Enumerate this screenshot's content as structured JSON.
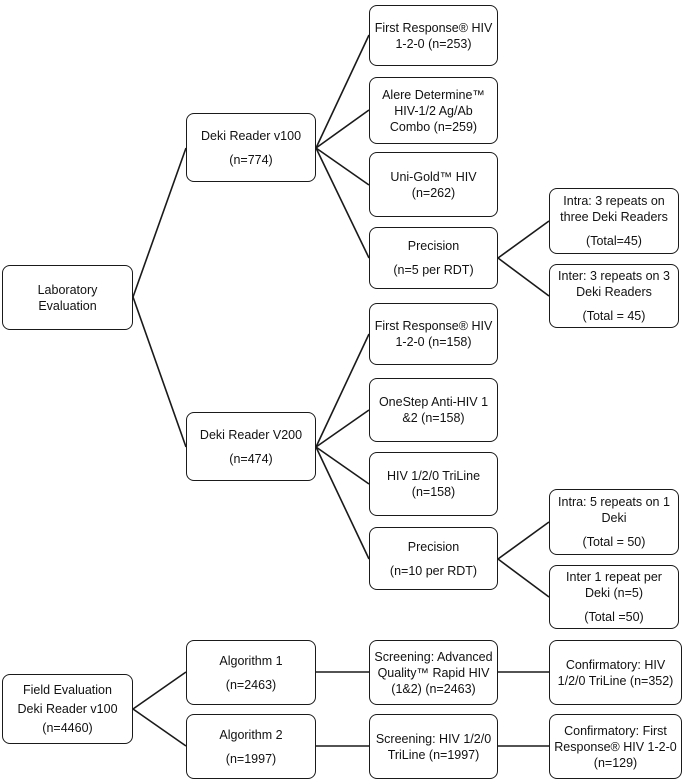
{
  "root_lab": {
    "line1": "Laboratory",
    "line2": "Evaluation"
  },
  "lab_v100": {
    "line1": "Deki Reader v100",
    "line2": "(n=774)"
  },
  "lab_v100_items": [
    {
      "line1": "First Response® HIV",
      "line2": "1-2-0 (n=253)"
    },
    {
      "line1": "Alere Determine™",
      "line2": "HIV-1/2 Ag/Ab",
      "line3": "Combo (n=259)"
    },
    {
      "line1": "Uni-Gold™ HIV",
      "line2": "(n=262)"
    },
    {
      "line1": "Precision",
      "line2": "(n=5 per RDT)"
    }
  ],
  "lab_v100_precision": [
    {
      "line1": "Intra: 3 repeats on",
      "line2": "three Deki Readers",
      "line3": "(Total=45)"
    },
    {
      "line1": "Inter: 3 repeats on 3",
      "line2": "Deki Readers",
      "line3": "(Total = 45)"
    }
  ],
  "lab_v200": {
    "line1": "Deki Reader V200",
    "line2": "(n=474)"
  },
  "lab_v200_items": [
    {
      "line1": "First Response® HIV",
      "line2": "1-2-0 (n=158)"
    },
    {
      "line1": "OneStep Anti-HIV 1",
      "line2": "&2 (n=158)"
    },
    {
      "line1": "HIV 1/2/0 TriLine",
      "line2": "(n=158)"
    },
    {
      "line1": "Precision",
      "line2": "(n=10 per RDT)"
    }
  ],
  "lab_v200_precision": [
    {
      "line1": "Intra: 5 repeats on 1",
      "line2": "Deki",
      "line3": "(Total = 50)"
    },
    {
      "line1": "Inter 1 repeat per",
      "line2": "Deki (n=5)",
      "line3": "(Total =50)"
    }
  ],
  "root_field": {
    "line1": "Field Evaluation",
    "line2": "Deki Reader v100",
    "line3": "(n=4460)"
  },
  "algo1": {
    "line1": "Algorithm 1",
    "line2": "(n=2463)"
  },
  "algo1_screen": {
    "line1": "Screening: Advanced",
    "line2": "Quality™ Rapid HIV",
    "line3": "(1&2) (n=2463)"
  },
  "algo1_confirm": {
    "line1": "Confirmatory: HIV",
    "line2": "1/2/0 TriLine (n=352)"
  },
  "algo2": {
    "line1": "Algorithm 2",
    "line2": "(n=1997)"
  },
  "algo2_screen": {
    "line1": "Screening: HIV 1/2/0",
    "line2": "TriLine (n=1997)"
  },
  "algo2_confirm": {
    "line1": "Confirmatory: First",
    "line2": "Response® HIV 1-2-0",
    "line3": "(n=129)"
  }
}
